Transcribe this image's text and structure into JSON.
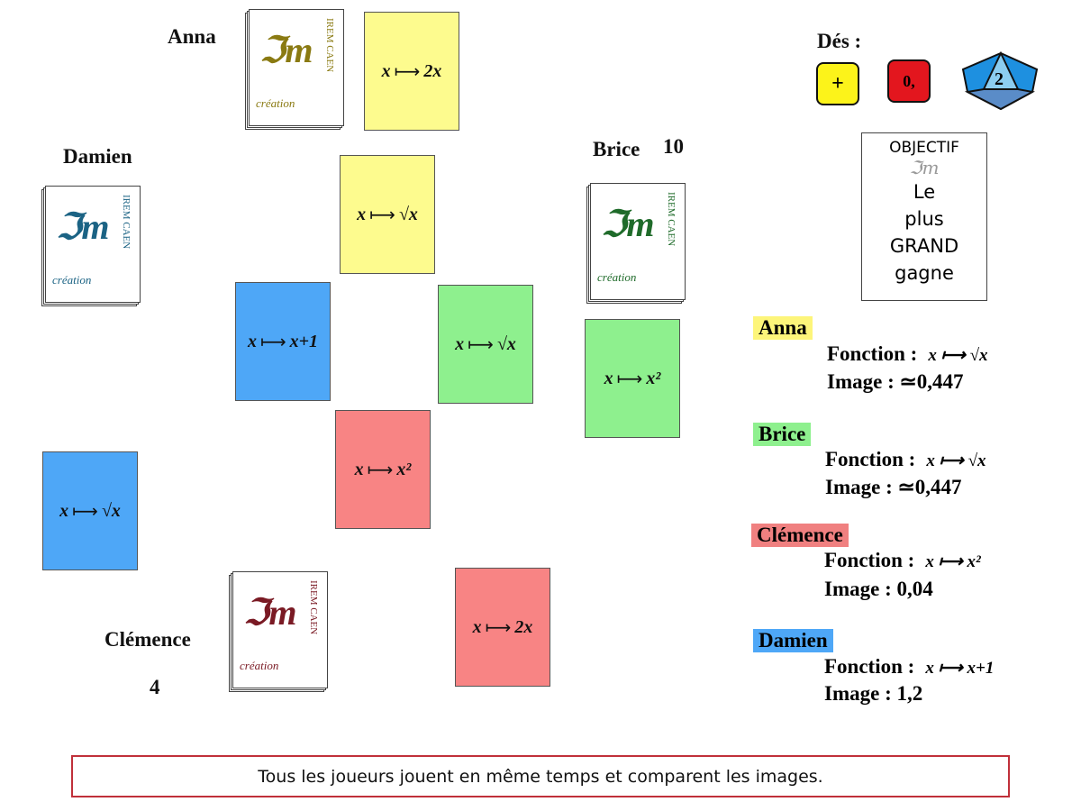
{
  "players": {
    "anna": {
      "name": "Anna"
    },
    "brice": {
      "name": "Brice",
      "score": "10"
    },
    "clemence": {
      "name": "Clémence",
      "score": "4"
    },
    "damien": {
      "name": "Damien"
    }
  },
  "deck": {
    "logo_text": "IREM CAEN création",
    "colors": {
      "anna": "#8a7a12",
      "damien": "#1b6384",
      "brice": "#1f6b2a",
      "clemence": "#7a1a24"
    }
  },
  "cards": [
    {
      "id": "anna-played",
      "color": "yellow",
      "var": "x",
      "arrow": "⟼",
      "result": "2x"
    },
    {
      "id": "center-yellow",
      "color": "yellow",
      "var": "x",
      "arrow": "⟼",
      "result": "√x"
    },
    {
      "id": "center-blue",
      "color": "blue",
      "var": "x",
      "arrow": "⟼",
      "result": "x+1"
    },
    {
      "id": "center-green",
      "color": "green",
      "var": "x",
      "arrow": "⟼",
      "result": "√x"
    },
    {
      "id": "brice-played",
      "color": "green",
      "var": "x",
      "arrow": "⟼",
      "result": "x²"
    },
    {
      "id": "center-red",
      "color": "red",
      "var": "x",
      "arrow": "⟼",
      "result": "x²"
    },
    {
      "id": "damien-played",
      "color": "blue",
      "var": "x",
      "arrow": "⟼",
      "result": "√x"
    },
    {
      "id": "clemence-played",
      "color": "red",
      "var": "x",
      "arrow": "⟼",
      "result": "2x"
    }
  ],
  "dice": {
    "label": "Dés :",
    "operation": "+",
    "decimal": "0,",
    "d10": "2"
  },
  "objective": {
    "title": "OBJECTIF",
    "lines": [
      "Le",
      "plus",
      "GRAND",
      "gagne"
    ]
  },
  "summary": [
    {
      "name": "Anna",
      "color": "#fdf57a",
      "function_label": "Fonction :",
      "function": "x ⟼ √x",
      "image_label": "Image :",
      "image": "≃0,447"
    },
    {
      "name": "Brice",
      "color": "#8ef08e",
      "function_label": "Fonction :",
      "function": "x ⟼ √x",
      "image_label": "Image :",
      "image": "≃0,447"
    },
    {
      "name": "Clémence",
      "color": "#f08080",
      "function_label": "Fonction :",
      "function": "x ⟼ x²",
      "image_label": "Image :",
      "image": "0,04"
    },
    {
      "name": "Damien",
      "color": "#4ea7f7",
      "function_label": "Fonction :",
      "function": "x ⟼ x+1",
      "image_label": "Image :",
      "image": "1,2"
    }
  ],
  "footer": {
    "message": "Tous les joueurs jouent en même temps et comparent les images."
  }
}
